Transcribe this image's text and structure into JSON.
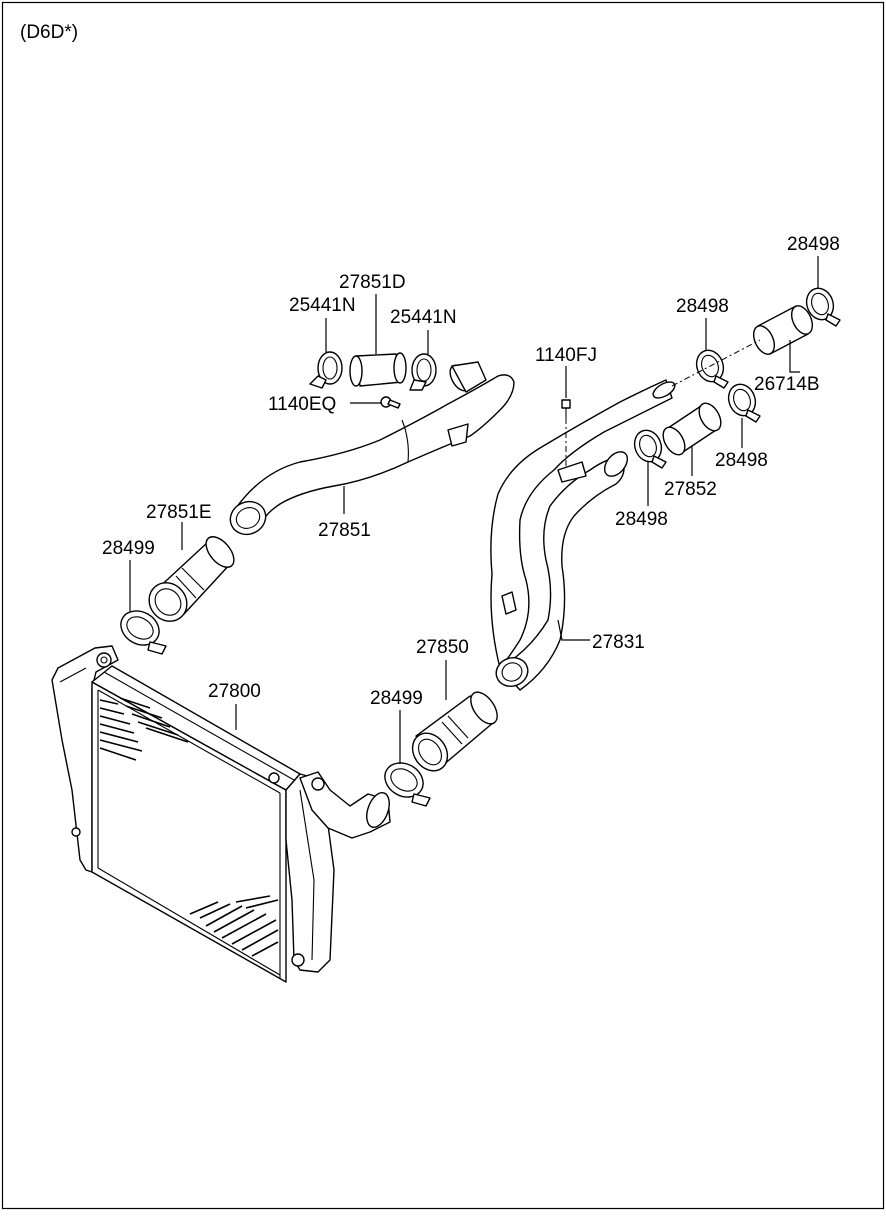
{
  "diagram": {
    "variant_label": "(D6D*)",
    "labels": {
      "p28498_top": "28498",
      "p27851D": "27851D",
      "p25441N_left": "25441N",
      "p25441N_right": "25441N",
      "p28498_mid": "28498",
      "p1140FJ": "1140FJ",
      "p26714B": "26714B",
      "p1140EQ": "1140EQ",
      "p28498_right": "28498",
      "p27852": "27852",
      "p28498_low": "28498",
      "p27851E": "27851E",
      "p27851": "27851",
      "p28499_left": "28499",
      "p27831": "27831",
      "p27850": "27850",
      "p27800": "27800",
      "p28499_right": "28499"
    }
  }
}
